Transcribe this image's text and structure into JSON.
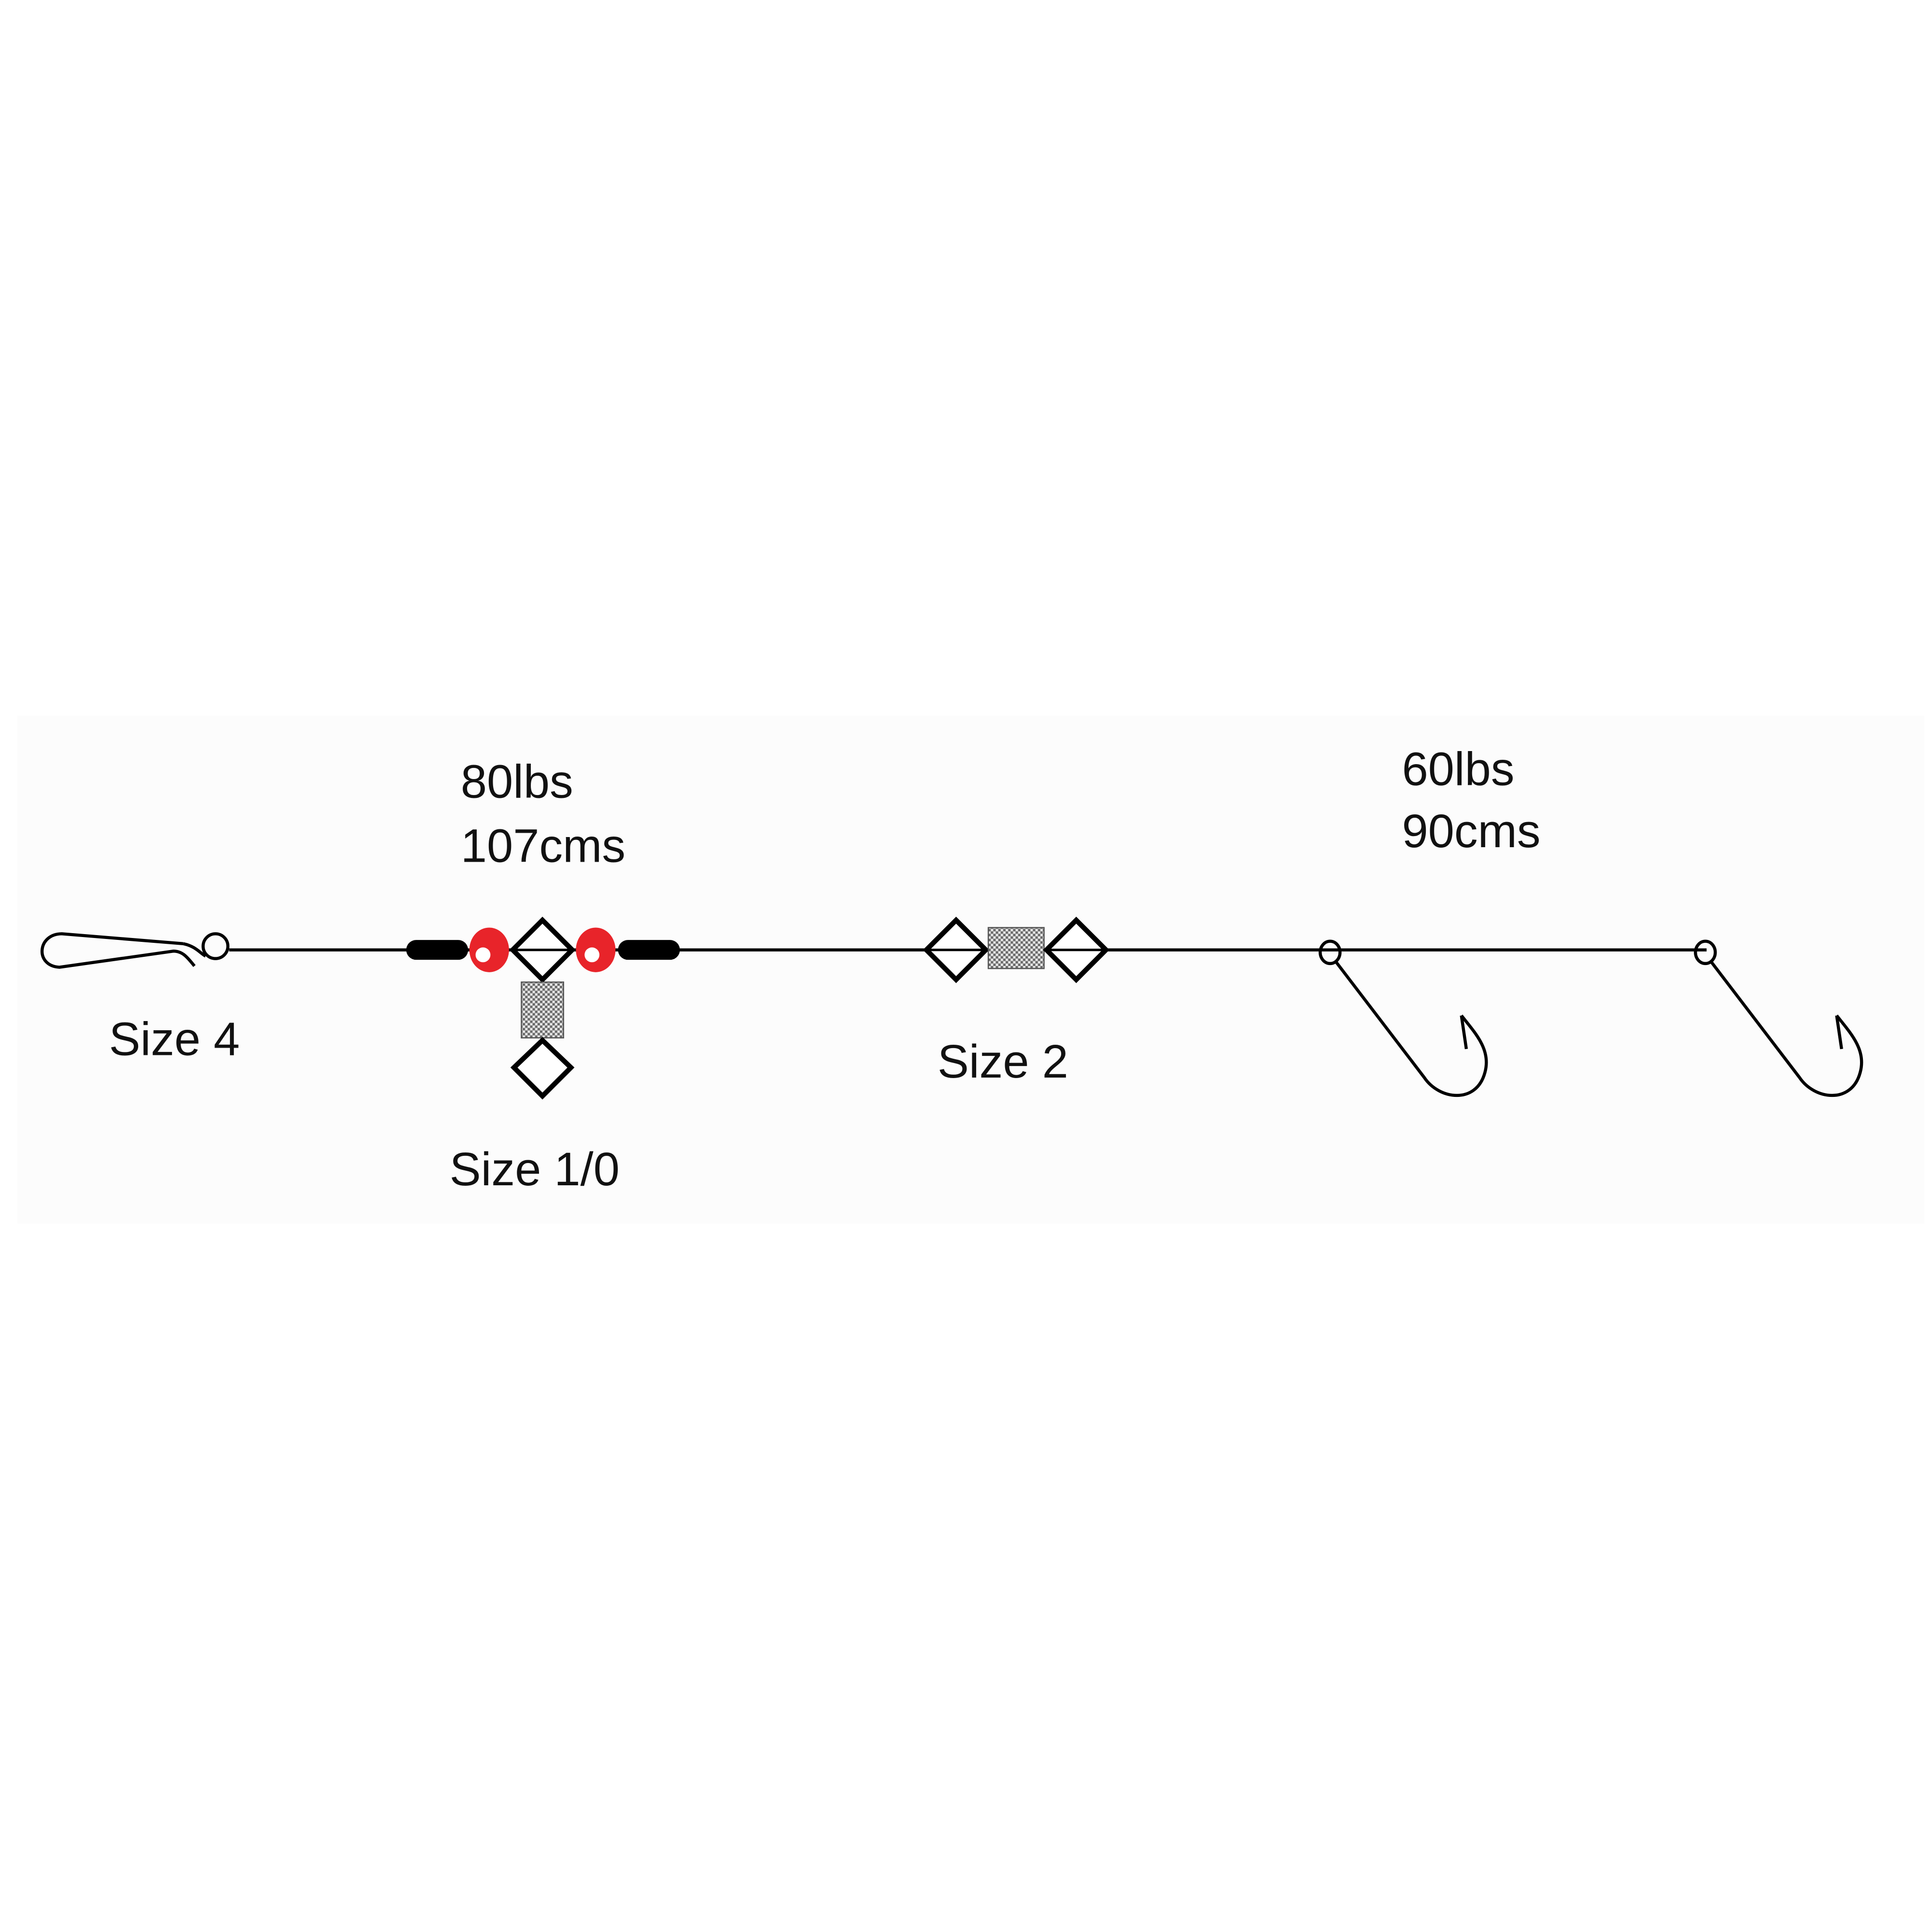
{
  "diagram": {
    "type": "fishing-rig",
    "background": "#ffffff",
    "panel_background": "#fcfcfc",
    "line_color": "#000000",
    "bead_color": "#e8242a",
    "sleeve_fill": "#bdbdbd"
  },
  "labels": {
    "main_line_strength": "80lbs",
    "main_line_length": "107cms",
    "hook_line_strength": "60lbs",
    "hook_line_length": "90cms",
    "clip_size": "Size 4",
    "three_way_swivel_size": "Size 1/0",
    "swivel_size": "Size 2"
  },
  "components": [
    {
      "name": "snap-clip",
      "size_label": "Size 4"
    },
    {
      "name": "rubber-stop",
      "color": "#000000"
    },
    {
      "name": "bead",
      "color": "#e8242a"
    },
    {
      "name": "three-way-swivel",
      "size_label": "Size 1/0"
    },
    {
      "name": "bead",
      "color": "#e8242a"
    },
    {
      "name": "rubber-stop",
      "color": "#000000"
    },
    {
      "name": "barrel-swivel",
      "size_label": "Size 2"
    },
    {
      "name": "hook",
      "count": 2
    }
  ]
}
